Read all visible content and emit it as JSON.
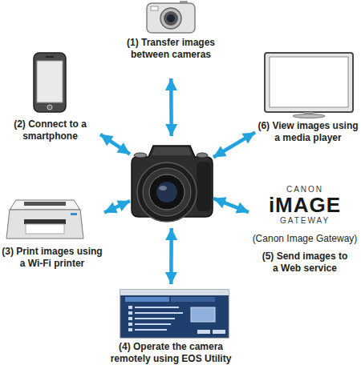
{
  "diagram": {
    "nodes": [
      {
        "text": [
          "(1) Transfer images between cameras"
        ]
      },
      {
        "text": [
          "(2) Connect to a smartphone"
        ]
      },
      {
        "text": []
      },
      {
        "text": [
          "(6) View images using a media player"
        ]
      },
      {
        "text": [
          "(3) Print images using a Wi-Fi printer"
        ]
      },
      {
        "text": [
          "CANON",
          "iMAGE",
          "GATEWAY",
          "(Canon Image Gateway)",
          "(5) Send images to a Web service"
        ]
      },
      {
        "text": [
          "(4) Operate the camera remotely using EOS Utility"
        ]
      }
    ],
    "edges": [
      {
        "from": 2,
        "to": 0,
        "arrow": "both"
      },
      {
        "from": 2,
        "to": 1,
        "arrow": "both"
      },
      {
        "from": 2,
        "to": 3,
        "arrow": "both"
      },
      {
        "from": 2,
        "to": 4,
        "arrow": "both"
      },
      {
        "from": 2,
        "to": 5,
        "arrow": "both"
      },
      {
        "from": 2,
        "to": 6,
        "arrow": "both"
      }
    ]
  }
}
